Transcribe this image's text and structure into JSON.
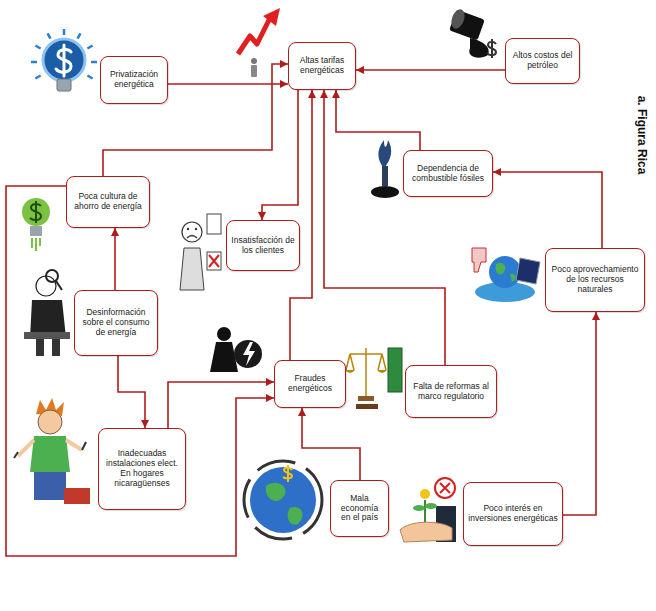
{
  "diagram": {
    "title": "a. Figura Rica",
    "nodes": [
      {
        "text": [
          "Privatización energética"
        ]
      },
      {
        "text": [
          "Altas tarifas energéticas"
        ]
      },
      {
        "text": [
          "Altos costos del petróleo"
        ]
      },
      {
        "text": [
          "Poca cultura de ahorro de energía"
        ]
      },
      {
        "text": [
          "Dependencia de combustible fósiles"
        ]
      },
      {
        "text": [
          "Insatisfacción de los clientes"
        ]
      },
      {
        "text": [
          "Poco aprovechamiento de los recursos naturales"
        ]
      },
      {
        "text": [
          "Desinformación sobre el consumo de energía"
        ]
      },
      {
        "text": [
          "Fraudes energéticos"
        ]
      },
      {
        "text": [
          "Falta de reformas al marco regulatorio"
        ]
      },
      {
        "text": [
          "Inadecuadas instalaciones elect. En hogares nicaragüenses"
        ]
      },
      {
        "text": [
          "Mala economía en el país"
        ]
      },
      {
        "text": [
          "Poco interés en inversiones energéticas"
        ]
      }
    ],
    "edges": [
      {
        "from": 0,
        "to": 1,
        "arrow": "to"
      },
      {
        "from": 2,
        "to": 1,
        "arrow": "to"
      },
      {
        "from": 3,
        "to": 1,
        "arrow": "to"
      },
      {
        "from": 4,
        "to": 1,
        "arrow": "to"
      },
      {
        "from": 1,
        "to": 5,
        "arrow": "to"
      },
      {
        "from": 7,
        "to": 3,
        "arrow": "to"
      },
      {
        "from": 7,
        "to": 10,
        "arrow": "to"
      },
      {
        "from": 10,
        "to": 8,
        "arrow": "to"
      },
      {
        "from": 3,
        "to": 8,
        "arrow": "to"
      },
      {
        "from": 8,
        "to": 1,
        "arrow": "to"
      },
      {
        "from": 9,
        "to": 1,
        "arrow": "to"
      },
      {
        "from": 11,
        "to": 8,
        "arrow": "to"
      },
      {
        "from": 12,
        "to": 6,
        "arrow": "to"
      },
      {
        "from": 6,
        "to": 4,
        "arrow": "to"
      }
    ]
  }
}
